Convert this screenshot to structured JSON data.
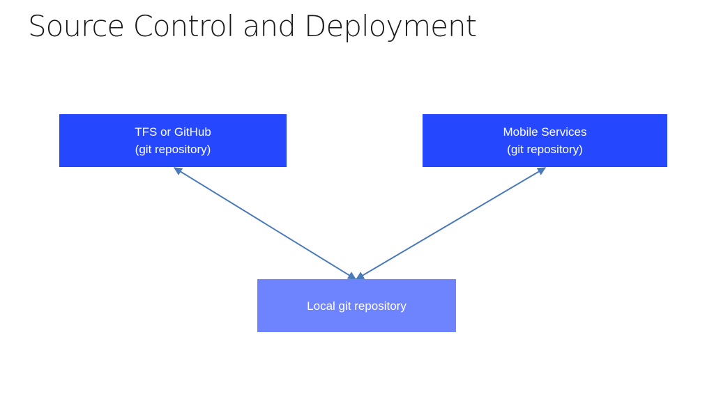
{
  "slide": {
    "title": "Source Control and Deployment"
  },
  "nodes": {
    "tfs": {
      "line1": "TFS or GitHub",
      "line2": "(git repository)"
    },
    "mobile": {
      "line1": "Mobile Services",
      "line2": "(git repository)"
    },
    "local": {
      "label": "Local git repository"
    }
  },
  "colors": {
    "primary_box": "#2548ff",
    "secondary_box": "#6e84ff",
    "arrow": "#4a7ab8"
  },
  "edges": [
    {
      "from": "local",
      "to": "tfs",
      "bidirectional": true
    },
    {
      "from": "local",
      "to": "mobile",
      "bidirectional": true
    }
  ]
}
